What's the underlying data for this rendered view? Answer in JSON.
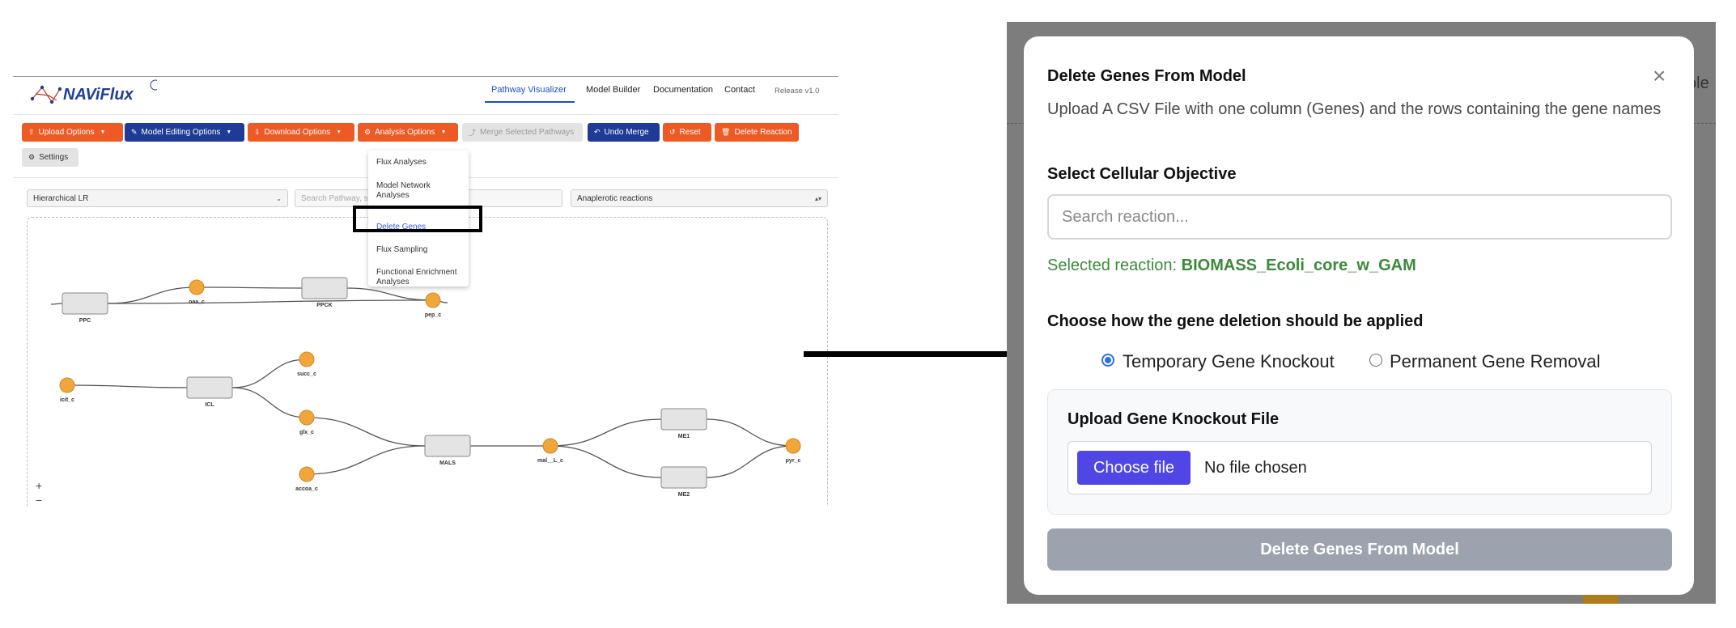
{
  "app": {
    "logo_text": "NAViFlux",
    "nav": {
      "pathway_visualizer": "Pathway Visualizer",
      "model_builder": "Model Builder",
      "documentation": "Documentation",
      "contact": "Contact",
      "release": "Release v1.0"
    },
    "toolbar": {
      "upload_options": "Upload Options",
      "model_editing_options": "Model Editing Options",
      "download_options": "Download Options",
      "analysis_options": "Analysis Options",
      "merge_selected_pathways": "Merge Selected Pathways",
      "undo_merge": "Undo Merge",
      "reset": "Reset",
      "delete_reaction": "Delete Reaction",
      "settings": "Settings"
    },
    "layout_select": {
      "value": "Hierarchical LR"
    },
    "pathway_search": {
      "placeholder": "Search Pathway, s"
    },
    "pathway_select": {
      "value": "Anaplerotic reactions"
    },
    "analysis_menu": {
      "items": [
        "Flux Analyses",
        "Model Network Analyses",
        "Delete Genes",
        "Flux Sampling",
        "Functional Enrichment Analyses"
      ],
      "highlighted": "Delete Genes"
    },
    "pathway_graph": {
      "reactions": [
        "PPC",
        "PPCK",
        "ICL",
        "MALS",
        "ME1",
        "ME2"
      ],
      "metabolites": [
        "oaa_c",
        "pep_c",
        "icit_c",
        "succ_c",
        "glx_c",
        "accoa_c",
        "mal__L_c",
        "pyr_c"
      ]
    },
    "zoom": {
      "in": "+",
      "out": "−"
    },
    "colors": {
      "orange": "#ee5a24",
      "navy": "#1f3b97",
      "metabolite": "#f0a63a",
      "accent": "#1c4fc4"
    }
  },
  "background": {
    "edge_text": "ole"
  },
  "modal": {
    "title": "Delete Genes From Model",
    "close": "×",
    "description": "Upload A CSV File with one column (Genes) and the rows containing the gene names",
    "objective_label": "Select Cellular Objective",
    "search_placeholder": "Search reaction...",
    "selected_reaction_prefix": "Selected reaction: ",
    "selected_reaction_value": "BIOMASS_Ecoli_core_w_GAM",
    "deletion_label": "Choose how the gene deletion should be applied",
    "options": {
      "temporary": "Temporary Gene Knockout",
      "permanent": "Permanent Gene Removal",
      "selected": "temporary"
    },
    "upload_label": "Upload Gene Knockout File",
    "choose_file": "Choose file",
    "no_file": "No file chosen",
    "delete_button": "Delete Genes From Model",
    "colors": {
      "primary": "#4f46e5",
      "disabled": "#9ca3af",
      "success": "#3a8a3a",
      "radio": "#2f6fe8"
    }
  }
}
